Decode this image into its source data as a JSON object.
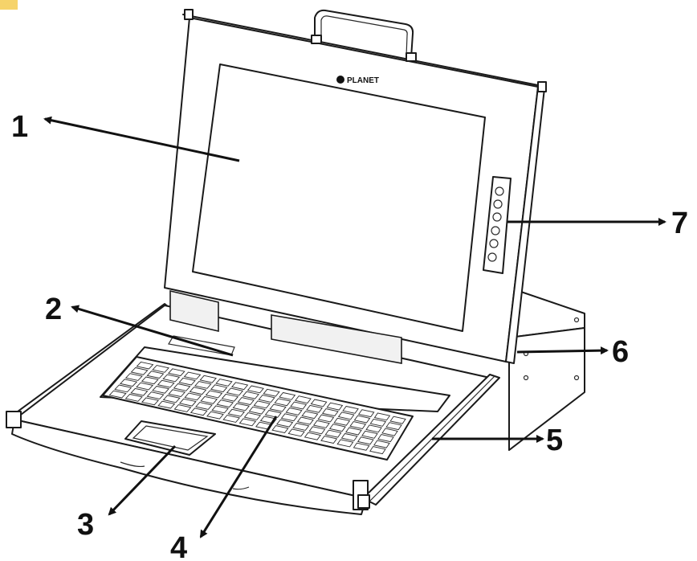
{
  "brand_logo": "PLANET",
  "callouts": [
    {
      "number": "1"
    },
    {
      "number": "2"
    },
    {
      "number": "3"
    },
    {
      "number": "4"
    },
    {
      "number": "5"
    },
    {
      "number": "6"
    },
    {
      "number": "7"
    }
  ],
  "colors": {
    "line": "#1a1a1a",
    "background": "#ffffff",
    "corner_tag": "#f6d36a"
  },
  "keyboard": {
    "rows": 6,
    "columns": 17
  },
  "control_buttons": 6
}
